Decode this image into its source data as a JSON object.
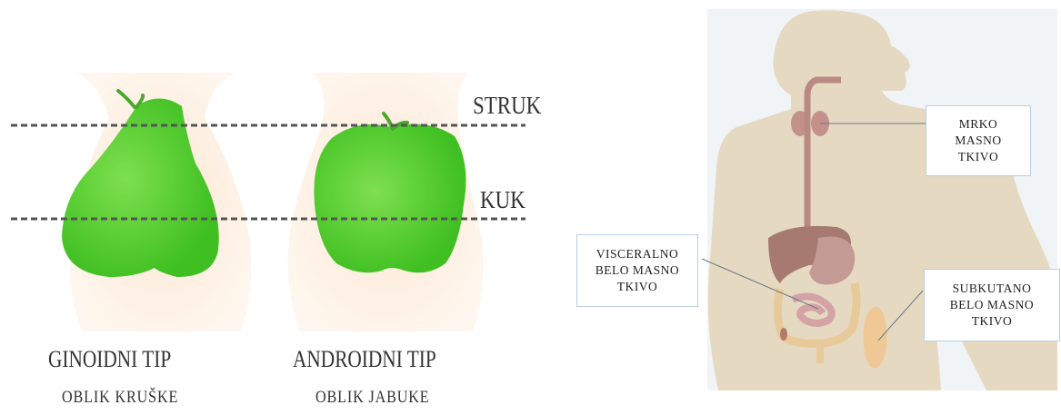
{
  "left": {
    "lines": {
      "waist": "STRUK",
      "hip": "KUK"
    },
    "pear": {
      "title": "GINOIDNI TIP",
      "subtitle": "OBLIK KRUŠKE"
    },
    "apple": {
      "title": "ANDROIDNI TIP",
      "subtitle": "OBLIK JABUKE"
    }
  },
  "right": {
    "brown": [
      "MRKO",
      "MASNO",
      "TKIVO"
    ],
    "visceral": [
      "VISCERALNO",
      "BELO MASNO",
      "TKIVO"
    ],
    "subcutaneous": [
      "SUBKUTANO",
      "BELO MASNO",
      "TKIVO"
    ]
  },
  "colors": {
    "fruit": "#5ad02f",
    "skin": "#fbe3cc",
    "body": "#e6d9c2",
    "organs": "#b98a84"
  }
}
